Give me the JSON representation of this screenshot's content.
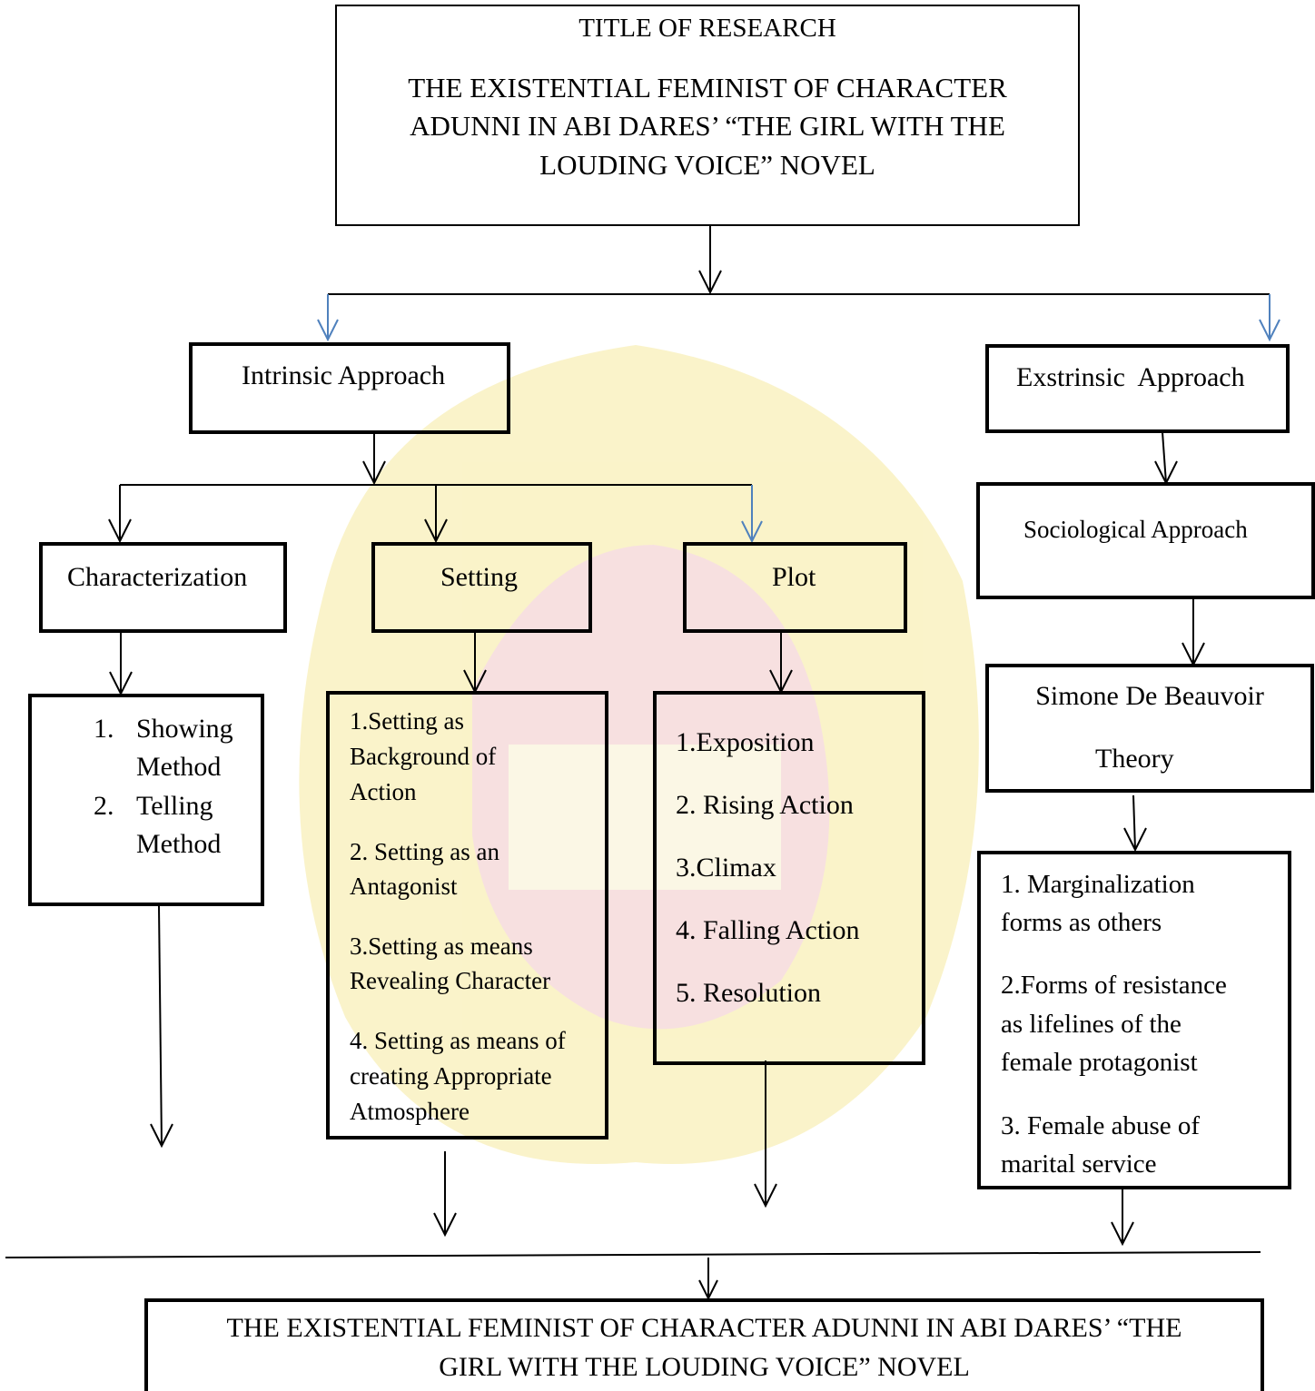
{
  "title_box": {
    "heading": "TITLE OF RESEARCH",
    "lines": [
      "THE EXISTENTIAL FEMINIST OF CHARACTER",
      "ADUNNI IN ABI DARES’ “THE GIRL WITH THE",
      "LOUDING VOICE” NOVEL"
    ]
  },
  "intrinsic": {
    "label": "Intrinsic Approach",
    "characterization": {
      "label": "Characterization",
      "items": [
        {
          "num": "1.",
          "lines": [
            "Showing",
            "Method"
          ]
        },
        {
          "num": "2.",
          "lines": [
            "Telling",
            "Method"
          ]
        }
      ]
    },
    "setting": {
      "label": "Setting",
      "items": [
        [
          "1.Setting as",
          "Background of",
          "Action"
        ],
        [
          "2. Setting as an",
          "Antagonist"
        ],
        [
          "3.Setting as means",
          "Revealing Character"
        ],
        [
          "4. Setting as means of",
          "creating Appropriate",
          "Atmosphere"
        ]
      ]
    },
    "plot": {
      "label": "Plot",
      "items": [
        "1.Exposition",
        "2. Rising Action",
        "3.Climax",
        "4. Falling Action",
        "5. Resolution"
      ]
    }
  },
  "extrinsic": {
    "label": "Exstrinsic  Approach",
    "sociological": "Sociological Approach",
    "theory_lines": [
      "Simone De Beauvoir",
      "Theory"
    ],
    "items": [
      [
        "1. Marginalization",
        "forms as others"
      ],
      [
        "2.Forms of resistance",
        "as lifelines of the",
        "female protagonist"
      ],
      [
        "3. Female abuse of",
        "marital service"
      ]
    ]
  },
  "conclusion": {
    "lines": [
      "THE EXISTENTIAL FEMINIST OF CHARACTER ADUNNI IN ABI DARES’ “THE",
      "GIRL WITH THE LOUDING VOICE” NOVEL"
    ]
  },
  "colors": {
    "line": "#000000",
    "blue_arrow": "#4f81bd",
    "watermark_yellow": "#f6ea9e",
    "watermark_red": "#f2c8c8"
  }
}
